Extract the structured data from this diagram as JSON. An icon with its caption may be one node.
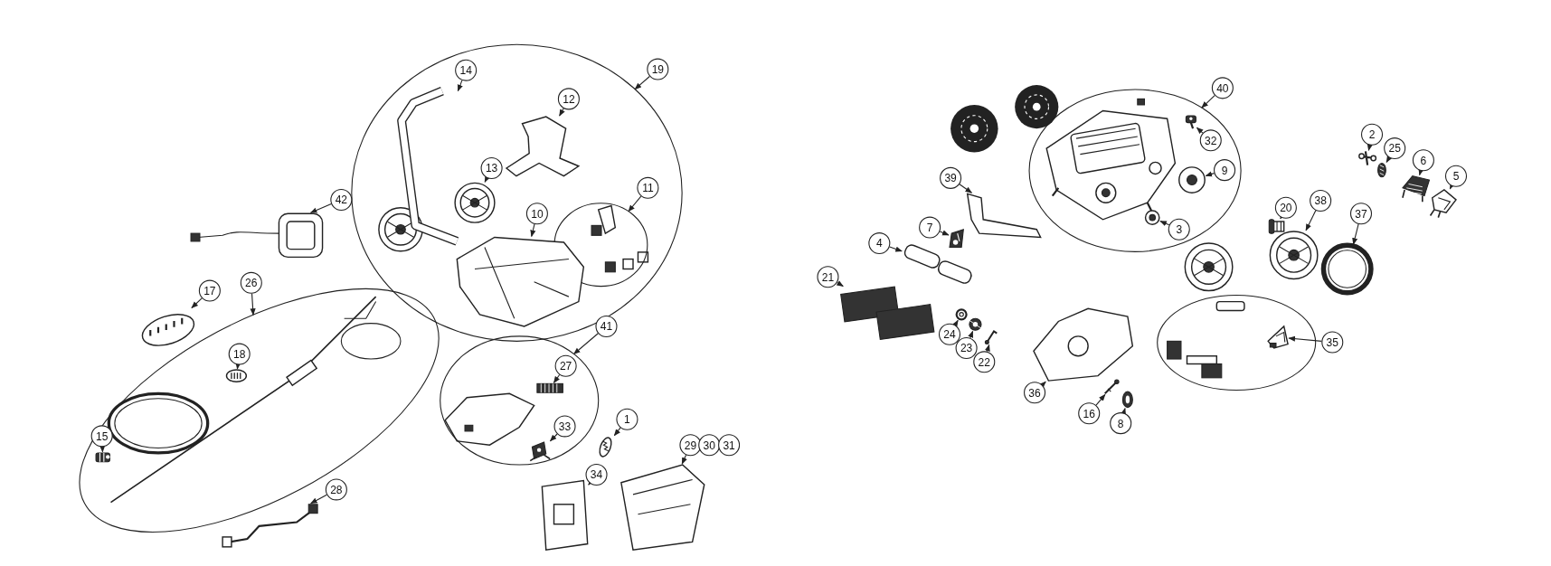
{
  "diagram": {
    "nodes": [
      {
        "text": [],
        "shape": "ellipse"
      },
      {
        "text": [
          "14"
        ],
        "in": 0
      },
      {
        "text": [
          "12"
        ],
        "in": 0
      },
      {
        "text": [
          "19"
        ]
      },
      {
        "text": [
          "13"
        ],
        "in": 0
      },
      {
        "text": [],
        "shape": "ellipse",
        "in": 0
      },
      {
        "text": [
          "11"
        ],
        "in": 0
      },
      {
        "text": [
          "10"
        ],
        "in": 0
      },
      {
        "text": [
          "42"
        ]
      },
      {
        "text": [
          "17"
        ]
      },
      {
        "text": [],
        "shape": "ellipse"
      },
      {
        "text": [
          "26"
        ]
      },
      {
        "text": [
          "18"
        ],
        "in": 10
      },
      {
        "text": [
          "15"
        ],
        "in": 10
      },
      {
        "text": [
          "28"
        ]
      },
      {
        "text": [],
        "shape": "ellipse"
      },
      {
        "text": [
          "41"
        ]
      },
      {
        "text": [
          "27"
        ],
        "in": 15
      },
      {
        "text": [
          "33"
        ],
        "in": 15
      },
      {
        "text": [
          "1"
        ]
      },
      {
        "text": [
          "34"
        ]
      },
      {
        "text": [
          "29"
        ]
      },
      {
        "text": [
          "30"
        ]
      },
      {
        "text": [
          "31"
        ]
      },
      {
        "text": [],
        "shape": "ellipse"
      },
      {
        "text": [
          "40"
        ]
      },
      {
        "text": [
          "32"
        ],
        "in": 24
      },
      {
        "text": [
          "9"
        ],
        "in": 24
      },
      {
        "text": [
          "39"
        ]
      },
      {
        "text": [
          "7"
        ]
      },
      {
        "text": [
          "4"
        ]
      },
      {
        "text": [
          "21"
        ]
      },
      {
        "text": [
          "24"
        ]
      },
      {
        "text": [
          "23"
        ]
      },
      {
        "text": [
          "22"
        ]
      },
      {
        "text": [
          "3"
        ],
        "in": 24
      },
      {
        "text": [
          "20"
        ]
      },
      {
        "text": [
          "38"
        ]
      },
      {
        "text": [
          "37"
        ]
      },
      {
        "text": [
          "2"
        ]
      },
      {
        "text": [
          "25"
        ]
      },
      {
        "text": [
          "6"
        ]
      },
      {
        "text": [
          "5"
        ]
      },
      {
        "text": [
          "36"
        ]
      },
      {
        "text": [
          "16"
        ]
      },
      {
        "text": [
          "8"
        ]
      },
      {
        "text": [],
        "shape": "ellipse"
      },
      {
        "text": [
          "35"
        ]
      },
      {
        "text": [],
        "shape": "picture",
        "in": 0
      },
      {
        "text": [],
        "shape": "picture",
        "in": 0
      },
      {
        "text": [],
        "shape": "picture",
        "in": 0
      },
      {
        "text": [],
        "shape": "picture",
        "in": 0
      },
      {
        "text": [],
        "shape": "picture"
      },
      {
        "text": [],
        "shape": "picture"
      },
      {
        "text": [],
        "shape": "picture",
        "in": 10
      },
      {
        "text": [],
        "shape": "picture",
        "in": 10
      },
      {
        "text": [],
        "shape": "picture"
      },
      {
        "text": [],
        "shape": "picture",
        "in": 15
      },
      {
        "text": [],
        "shape": "picture",
        "in": 15
      },
      {
        "text": [],
        "shape": "picture"
      },
      {
        "text": [],
        "shape": "picture"
      },
      {
        "text": [],
        "shape": "picture"
      },
      {
        "text": [],
        "shape": "picture",
        "in": 24
      },
      {
        "text": [],
        "shape": "picture",
        "in": 24
      },
      {
        "text": [],
        "shape": "picture"
      },
      {
        "text": [],
        "shape": "picture"
      },
      {
        "text": [],
        "shape": "picture"
      },
      {
        "text": [],
        "shape": "picture"
      },
      {
        "text": [],
        "shape": "picture"
      },
      {
        "text": [],
        "shape": "picture"
      },
      {
        "text": [],
        "shape": "picture"
      },
      {
        "text": [],
        "shape": "picture",
        "in": 24
      },
      {
        "text": [],
        "shape": "picture"
      },
      {
        "text": [],
        "shape": "picture"
      },
      {
        "text": [],
        "shape": "picture"
      },
      {
        "text": [],
        "shape": "picture"
      },
      {
        "text": [],
        "shape": "picture"
      },
      {
        "text": [],
        "shape": "picture"
      },
      {
        "text": [],
        "shape": "picture"
      },
      {
        "text": [],
        "shape": "picture"
      },
      {
        "text": [],
        "shape": "picture"
      },
      {
        "text": [],
        "shape": "picture"
      },
      {
        "text": [],
        "shape": "picture",
        "in": 46
      },
      {
        "text": [],
        "shape": "picture",
        "in": 24
      }
    ],
    "edges": [
      {
        "from": 1,
        "to": 48,
        "arrow": "to"
      },
      {
        "from": 2,
        "to": 49,
        "arrow": "to"
      },
      {
        "from": 3,
        "to": 0,
        "arrow": "to"
      },
      {
        "from": 4,
        "to": 50,
        "arrow": "to"
      },
      {
        "from": 6,
        "to": 5,
        "arrow": "to"
      },
      {
        "from": 7,
        "to": 51,
        "arrow": "to"
      },
      {
        "from": 8,
        "to": 52,
        "arrow": "to"
      },
      {
        "from": 9,
        "to": 53,
        "arrow": "to"
      },
      {
        "from": 11,
        "to": 10,
        "arrow": "to"
      },
      {
        "from": 12,
        "to": 54,
        "arrow": "to"
      },
      {
        "from": 13,
        "to": 55,
        "arrow": "to"
      },
      {
        "from": 14,
        "to": 56,
        "arrow": "to"
      },
      {
        "from": 16,
        "to": 15,
        "arrow": "to"
      },
      {
        "from": 17,
        "to": 57,
        "arrow": "to"
      },
      {
        "from": 18,
        "to": 58,
        "arrow": "to"
      },
      {
        "from": 19,
        "to": 59,
        "arrow": "to"
      },
      {
        "from": 20,
        "to": 60,
        "arrow": "to"
      },
      {
        "from": 21,
        "to": 61,
        "arrow": "to"
      },
      {
        "from": 25,
        "to": 24,
        "arrow": "to"
      },
      {
        "from": 26,
        "to": 62,
        "arrow": "to"
      },
      {
        "from": 27,
        "to": 63,
        "arrow": "to"
      },
      {
        "from": 28,
        "to": 64,
        "arrow": "to"
      },
      {
        "from": 29,
        "to": 65,
        "arrow": "to"
      },
      {
        "from": 30,
        "to": 66,
        "arrow": "to"
      },
      {
        "from": 31,
        "to": 67,
        "arrow": "to"
      },
      {
        "from": 32,
        "to": 68,
        "arrow": "to"
      },
      {
        "from": 33,
        "to": 69,
        "arrow": "to"
      },
      {
        "from": 34,
        "to": 70,
        "arrow": "to"
      },
      {
        "from": 35,
        "to": 71,
        "arrow": "to"
      },
      {
        "from": 36,
        "to": 72,
        "arrow": "to"
      },
      {
        "from": 37,
        "to": 73,
        "arrow": "to"
      },
      {
        "from": 38,
        "to": 74,
        "arrow": "to"
      },
      {
        "from": 39,
        "to": 75,
        "arrow": "to"
      },
      {
        "from": 40,
        "to": 76,
        "arrow": "to"
      },
      {
        "from": 41,
        "to": 77,
        "arrow": "to"
      },
      {
        "from": 42,
        "to": 78,
        "arrow": "to"
      },
      {
        "from": 43,
        "to": 79,
        "arrow": "to"
      },
      {
        "from": 44,
        "to": 80,
        "arrow": "to"
      },
      {
        "from": 45,
        "to": 81,
        "arrow": "to"
      },
      {
        "from": 47,
        "to": 82,
        "arrow": "to"
      }
    ]
  }
}
